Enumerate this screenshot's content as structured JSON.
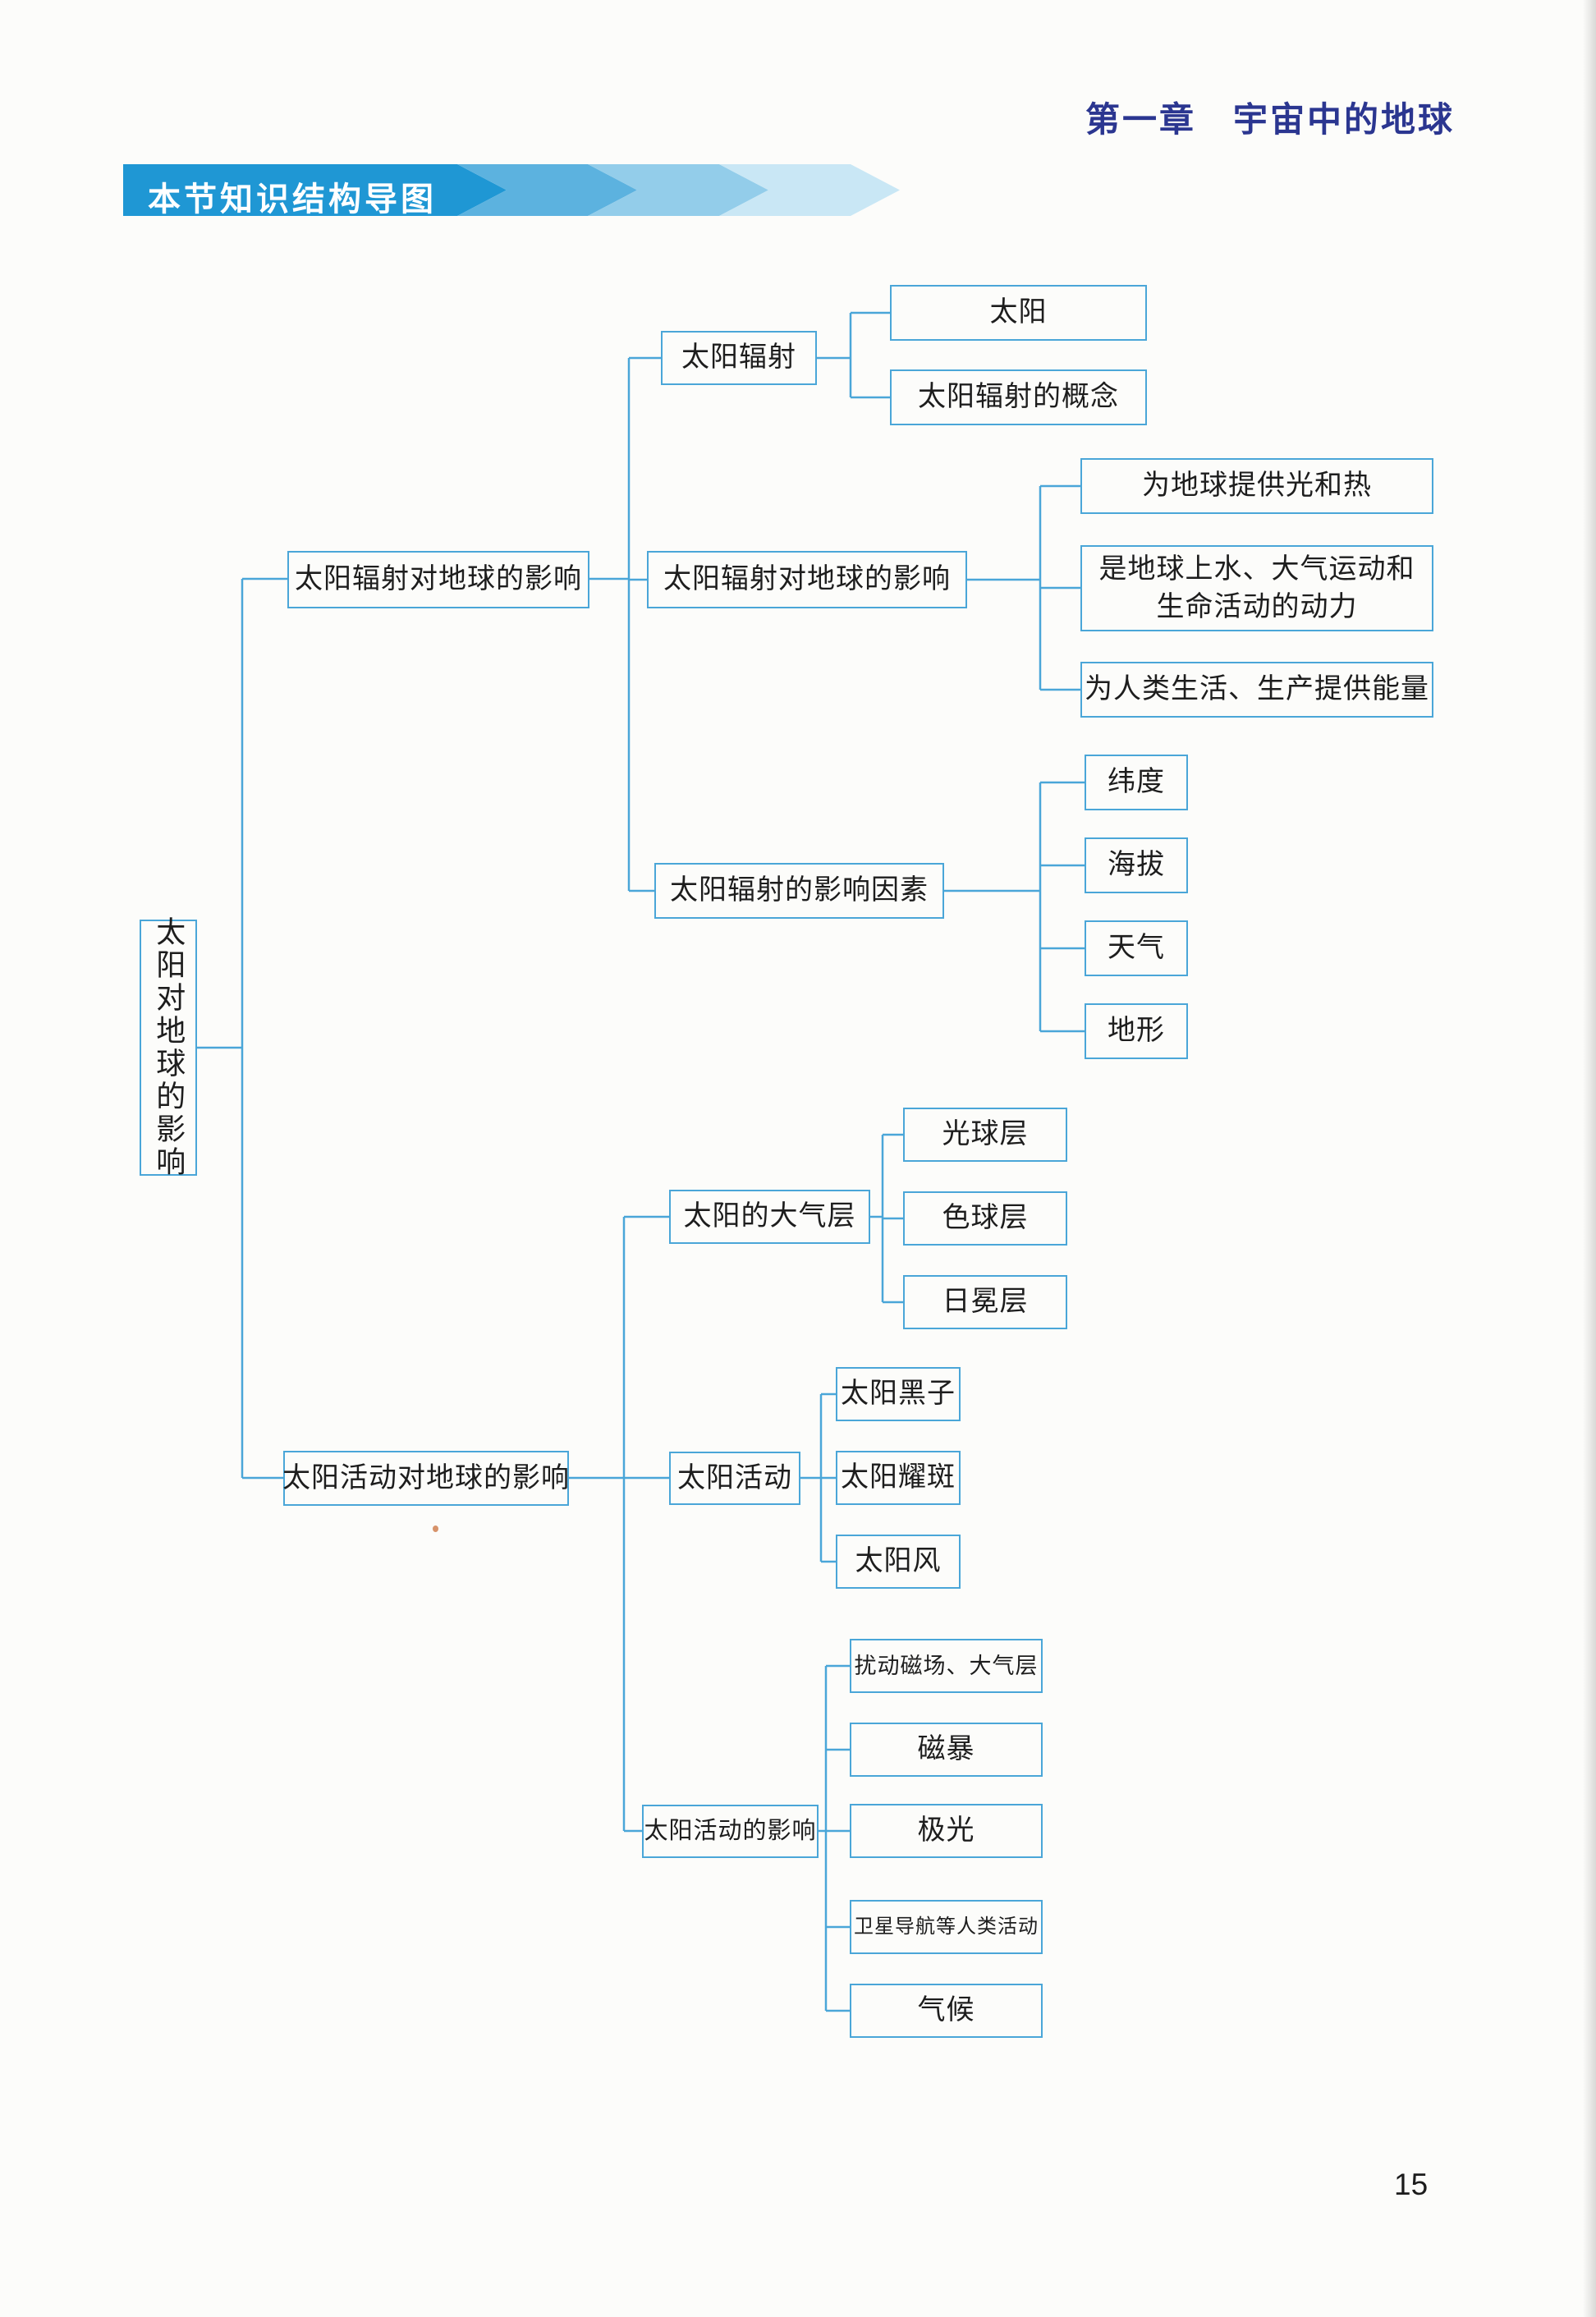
{
  "page": {
    "header": "第一章　宇宙中的地球",
    "section_banner": "本节知识结构导图",
    "page_number": "15"
  },
  "colors": {
    "banner_blue": "#1f97d4",
    "connector_blue": "#4aa6d8",
    "header_navy": "#2b3690",
    "text_ink": "#1d1d1d"
  },
  "diagram": {
    "root": "太阳对地球的影响",
    "branches": [
      {
        "label": "太阳辐射对地球的影响",
        "children": [
          {
            "label": "太阳辐射",
            "children": [
              {
                "label": "太阳"
              },
              {
                "label": "太阳辐射的概念"
              }
            ]
          },
          {
            "label": "太阳辐射对地球的影响",
            "children": [
              {
                "label": "为地球提供光和热"
              },
              {
                "label": "是地球上水、大气运动和生命活动的动力"
              },
              {
                "label": "为人类生活、生产提供能量"
              }
            ]
          },
          {
            "label": "太阳辐射的影响因素",
            "children": [
              {
                "label": "纬度"
              },
              {
                "label": "海拔"
              },
              {
                "label": "天气"
              },
              {
                "label": "地形"
              }
            ]
          }
        ]
      },
      {
        "label": "太阳活动对地球的影响",
        "children": [
          {
            "label": "太阳的大气层",
            "children": [
              {
                "label": "光球层"
              },
              {
                "label": "色球层"
              },
              {
                "label": "日冕层"
              }
            ]
          },
          {
            "label": "太阳活动",
            "children": [
              {
                "label": "太阳黑子"
              },
              {
                "label": "太阳耀斑"
              },
              {
                "label": "太阳风"
              }
            ]
          },
          {
            "label": "太阳活动的影响",
            "children": [
              {
                "label": "扰动磁场、大气层"
              },
              {
                "label": "磁暴"
              },
              {
                "label": "极光"
              },
              {
                "label": "卫星导航等人类活动"
              },
              {
                "label": "气候"
              }
            ]
          }
        ]
      }
    ]
  }
}
